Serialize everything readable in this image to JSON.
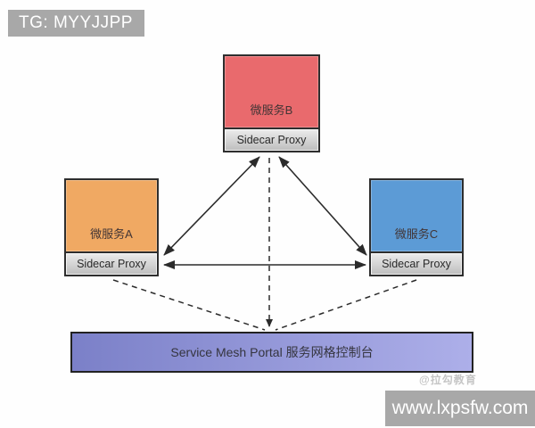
{
  "colors": {
    "service-a": "#f0a963",
    "service-b": "#e96a6d",
    "service-c": "#5c9bd6",
    "portal-left": "#7b80c8",
    "portal-right": "#adafe9",
    "badge-bg": "#a8a8a8",
    "line": "#2b2b2b"
  },
  "badges": {
    "tg": "TG: MYYJJPP",
    "url": "www.lxpsfw.com"
  },
  "watermark": "@拉勾教育",
  "diagram": {
    "services": [
      {
        "id": "A",
        "label": "微服务A",
        "proxy_label": "Sidecar Proxy"
      },
      {
        "id": "B",
        "label": "微服务B",
        "proxy_label": "Sidecar Proxy"
      },
      {
        "id": "C",
        "label": "微服务C",
        "proxy_label": "Sidecar Proxy"
      }
    ],
    "portal": {
      "label": "Service Mesh Portal 服务网格控制台"
    },
    "connections": {
      "solid_bidirectional": [
        "proxyA-proxyB",
        "proxyB-proxyC",
        "proxyA-proxyC"
      ],
      "dashed_to_portal": [
        "proxyA",
        "proxyB",
        "proxyC"
      ]
    }
  }
}
